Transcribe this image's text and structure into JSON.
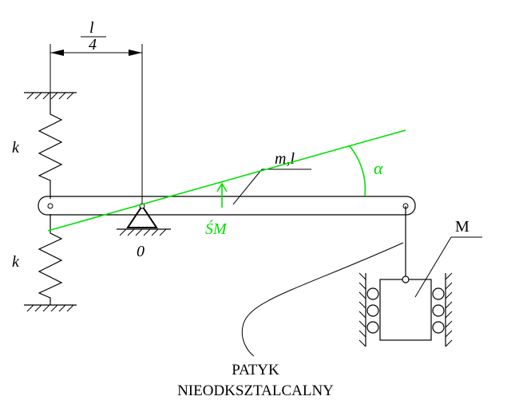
{
  "labels": {
    "spring_top": "k",
    "spring_bottom": "k",
    "dim_numerator": "l",
    "dim_denominator": "4",
    "beam": "m,l",
    "angle": "α",
    "center_mass": "ŚM",
    "pivot": "0",
    "mass": "M",
    "caption_line1": "PATYK",
    "caption_line2": "NIEODKSZTALCALNY"
  },
  "colors": {
    "accent": "#00e000",
    "line": "#000000"
  }
}
